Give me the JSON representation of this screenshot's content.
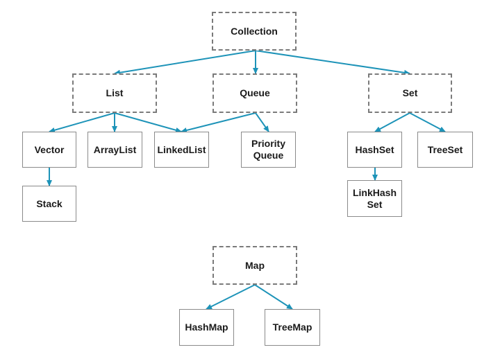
{
  "diagram": {
    "line_color": "#1d93b8",
    "nodes": {
      "collection": "Collection",
      "list": "List",
      "queue": "Queue",
      "set": "Set",
      "vector": "Vector",
      "arraylist": "ArrayList",
      "linkedlist": "LinkedList",
      "priorityqueue": "Priority\nQueue",
      "hashset": "HashSet",
      "treeset": "TreeSet",
      "stack": "Stack",
      "linkhashset": "LinkHash\nSet",
      "map": "Map",
      "hashmap": "HashMap",
      "treemap": "TreeMap"
    },
    "edges": [
      {
        "from": "collection",
        "to": "list"
      },
      {
        "from": "collection",
        "to": "queue"
      },
      {
        "from": "collection",
        "to": "set"
      },
      {
        "from": "list",
        "to": "vector"
      },
      {
        "from": "list",
        "to": "arraylist"
      },
      {
        "from": "list",
        "to": "linkedlist"
      },
      {
        "from": "queue",
        "to": "linkedlist"
      },
      {
        "from": "queue",
        "to": "priorityqueue"
      },
      {
        "from": "set",
        "to": "hashset"
      },
      {
        "from": "set",
        "to": "treeset"
      },
      {
        "from": "vector",
        "to": "stack"
      },
      {
        "from": "hashset",
        "to": "linkhashset"
      },
      {
        "from": "map",
        "to": "hashmap"
      },
      {
        "from": "map",
        "to": "treemap"
      }
    ]
  }
}
